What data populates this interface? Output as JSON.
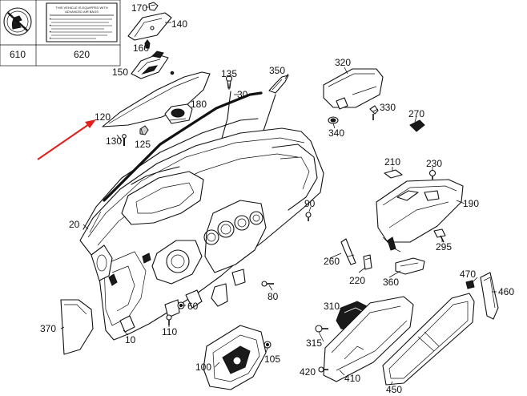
{
  "accent": {
    "arrow_color": "#e0201b",
    "line_color": "#111111"
  },
  "header_box": {
    "left_label": "610",
    "right_label": "620",
    "sticker_lines": [
      "THIS VEHICLE IS EQUIPPED WITH",
      "ADVANCED AIR BAGS"
    ]
  },
  "callouts": {
    "c10": "10",
    "c20": "20",
    "c30": "30",
    "c60": "60",
    "c80": "80",
    "c90": "90",
    "c100": "100",
    "c105": "105",
    "c110": "110",
    "c120": "120",
    "c125": "125",
    "c130": "130",
    "c135": "135",
    "c140": "140",
    "c150": "150",
    "c160": "160",
    "c170": "170",
    "c180": "180",
    "c190": "190",
    "c210": "210",
    "c220": "220",
    "c230": "230",
    "c260": "260",
    "c270": "270",
    "c295": "295",
    "c310": "310",
    "c315": "315",
    "c320": "320",
    "c330": "330",
    "c340": "340",
    "c350": "350",
    "c360": "360",
    "c370": "370",
    "c410": "410",
    "c420": "420",
    "c450": "450",
    "c460": "460",
    "c470": "470"
  },
  "icons": {
    "pointer": "red-arrow-icon",
    "warning": "no-child-seat-icon"
  }
}
